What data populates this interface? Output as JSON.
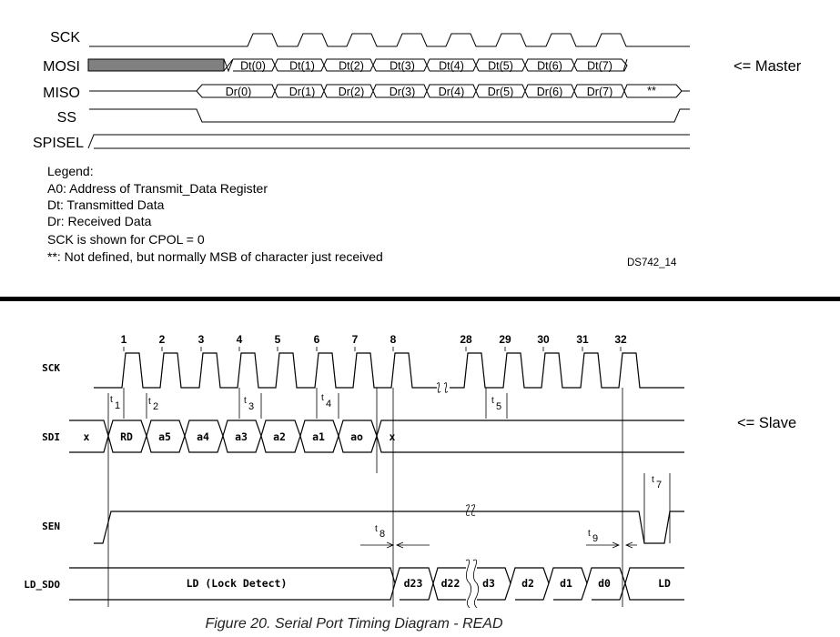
{
  "master": {
    "signals": [
      "SCK",
      "MOSI",
      "MISO",
      "SS",
      "SPISEL"
    ],
    "mosi_data": [
      "Dt(0)",
      "Dt(1)",
      "Dt(2)",
      "Dt(3)",
      "Dt(4)",
      "Dt(5)",
      "Dt(6)",
      "Dt(7)"
    ],
    "miso_data": [
      "Dr(0)",
      "Dr(1)",
      "Dr(2)",
      "Dr(3)",
      "Dr(4)",
      "Dr(5)",
      "Dr(6)",
      "Dr(7)",
      "**"
    ],
    "legend": [
      "Legend:",
      "A0: Address of Transmit_Data Register",
      "Dt: Transmitted Data",
      "Dr: Received Data",
      "SCK is shown for CPOL = 0",
      "**: Not defined, but normally MSB of character just received"
    ],
    "tag": "DS742_14",
    "side_label": "<= Master"
  },
  "slave": {
    "signals": [
      "SCK",
      "SDI",
      "SEN",
      "LD_SDO"
    ],
    "clock_numbers": [
      "1",
      "2",
      "3",
      "4",
      "5",
      "6",
      "7",
      "8",
      "28",
      "29",
      "30",
      "31",
      "32"
    ],
    "sdi_data": [
      "x",
      "RD",
      "a5",
      "a4",
      "a3",
      "a2",
      "a1",
      "ao",
      "x"
    ],
    "sdo_data": [
      "LD (Lock Detect)",
      "d23",
      "d22",
      "d3",
      "d2",
      "d1",
      "d0",
      "LD"
    ],
    "timings": [
      "t",
      "1",
      "t",
      "2",
      "t",
      "3",
      "t",
      "4",
      "t",
      "5",
      "t",
      "7",
      "t",
      "8",
      "t",
      "9"
    ],
    "caption": "Figure 20. Serial Port Timing Diagram - READ",
    "side_label": "<= Slave"
  }
}
